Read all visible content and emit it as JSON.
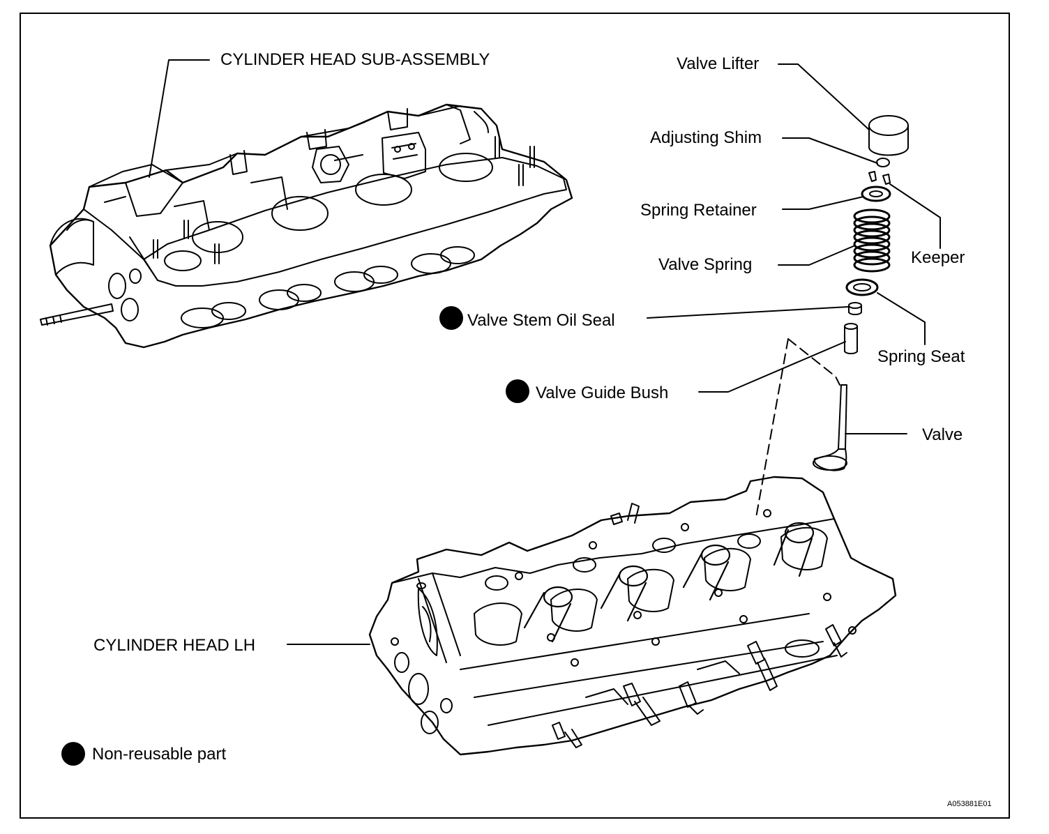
{
  "labels": {
    "cylinder_head_sub_assembly": "CYLINDER HEAD SUB-ASSEMBLY",
    "valve_lifter": "Valve Lifter",
    "adjusting_shim": "Adjusting Shim",
    "spring_retainer": "Spring Retainer",
    "keeper": "Keeper",
    "valve_spring": "Valve Spring",
    "valve_stem_oil_seal": "Valve Stem Oil Seal",
    "spring_seat": "Spring Seat",
    "valve_guide_bush": "Valve Guide Bush",
    "valve": "Valve",
    "cylinder_head_lh": "CYLINDER HEAD LH",
    "non_reusable_part": "Non-reusable part"
  },
  "figure_code": "A053881E01",
  "icons": {
    "non_reusable_marker": "filled-black-circle"
  }
}
